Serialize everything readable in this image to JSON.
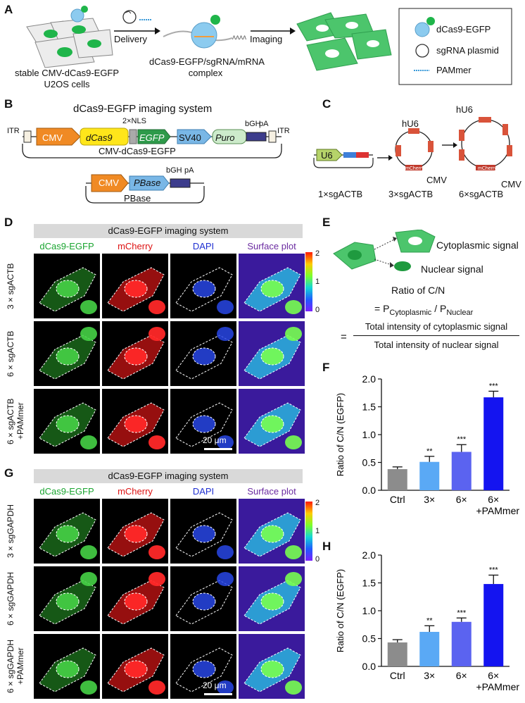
{
  "panels": {
    "A": "A",
    "B": "B",
    "C": "C",
    "D": "D",
    "E": "E",
    "F": "F",
    "G": "G",
    "H": "H"
  },
  "panelA": {
    "cells_caption_1": "stable CMV-dCas9-EGFP",
    "cells_caption_2": "U2OS cells",
    "delivery": "Delivery",
    "complex_1": "dCas9-EGFP/sgRNA/mRNA",
    "complex_2": "complex",
    "imaging": "Imaging",
    "legend": [
      "dCas9-EGFP",
      "sgRNA plasmid",
      "PAMmer"
    ]
  },
  "panelB": {
    "title": "dCas9-EGFP imaging system",
    "nls": "2×NLS",
    "itr": "ITR",
    "cmv": "CMV",
    "dcas9": "dCas9",
    "egfp": "EGFP",
    "sv40": "SV40",
    "puro": "Puro",
    "bgh": "bGH",
    "pa": "pA",
    "plasmid1": "CMV-dCas9-EGFP",
    "pbase": "PBase",
    "plasmid2": "PBase"
  },
  "panelC": {
    "u6": "U6",
    "hu6": "hU6",
    "mcherry": "mCherry",
    "cmv": "CMV",
    "captions": [
      "1×sgACTB",
      "3×sgACTB",
      "6×sgACTB"
    ]
  },
  "panelD": {
    "banner": "dCas9-EGFP imaging system",
    "channels": [
      "dCas9-EGFP",
      "mCherry",
      "DAPI",
      "Surface plot"
    ],
    "rows": [
      "3×sgACTB",
      "6×sgACTB",
      "6×sgACTB\n+PAMmer"
    ],
    "scale": "20 μm",
    "colorbar_ticks": [
      "2",
      "1",
      "0"
    ]
  },
  "panelE": {
    "cyto": "Cytoplasmic signal",
    "nuc": "Nuclear signal",
    "ratio": "Ratio of C/N",
    "eq_prefix": "= P",
    "sub_cyto": "Cytoplasmic",
    "slash": " / P",
    "sub_nuc": "Nuclear",
    "eq_sign": "=",
    "numerator": "Total intensity of cytoplasmic signal",
    "denominator": "Total intensity of nuclear signal"
  },
  "panelG": {
    "banner": "dCas9-EGFP imaging system",
    "channels": [
      "dCas9-EGFP",
      "mCherry",
      "DAPI",
      "Surface plot"
    ],
    "rows": [
      "3×sgGAPDH",
      "6×sgGAPDH",
      "6×sgGAPDH\n+PAMmer"
    ],
    "scale": "20 μm",
    "colorbar_ticks": [
      "2",
      "1",
      "0"
    ]
  },
  "chart_data": [
    {
      "type": "bar",
      "panel": "F",
      "categories": [
        "Ctrl",
        "3×",
        "6×",
        "6×\n+PAMmer"
      ],
      "values": [
        0.38,
        0.51,
        0.69,
        1.67
      ],
      "errors": [
        0.04,
        0.1,
        0.13,
        0.11
      ],
      "significance": [
        "",
        "**",
        "***",
        "***"
      ],
      "colors": [
        "#8c8c8c",
        "#5aa9f5",
        "#5b63f0",
        "#1414f0"
      ],
      "ylabel": "Ratio of C/N (EGFP)",
      "ylim": [
        0,
        2.0
      ],
      "yticks": [
        "0.0",
        "0.5",
        "1.0",
        "1.5",
        "2.0"
      ]
    },
    {
      "type": "bar",
      "panel": "H",
      "categories": [
        "Ctrl",
        "3×",
        "6×",
        "6×\n+PAMmer"
      ],
      "values": [
        0.43,
        0.62,
        0.8,
        1.48
      ],
      "errors": [
        0.05,
        0.11,
        0.07,
        0.16
      ],
      "significance": [
        "",
        "**",
        "***",
        "***"
      ],
      "colors": [
        "#8c8c8c",
        "#5aa9f5",
        "#5b63f0",
        "#1414f0"
      ],
      "ylabel": "Ratio of C/N (EGFP)",
      "ylim": [
        0,
        2.0
      ],
      "yticks": [
        "0.0",
        "0.5",
        "1.0",
        "1.5",
        "2.0"
      ]
    }
  ]
}
